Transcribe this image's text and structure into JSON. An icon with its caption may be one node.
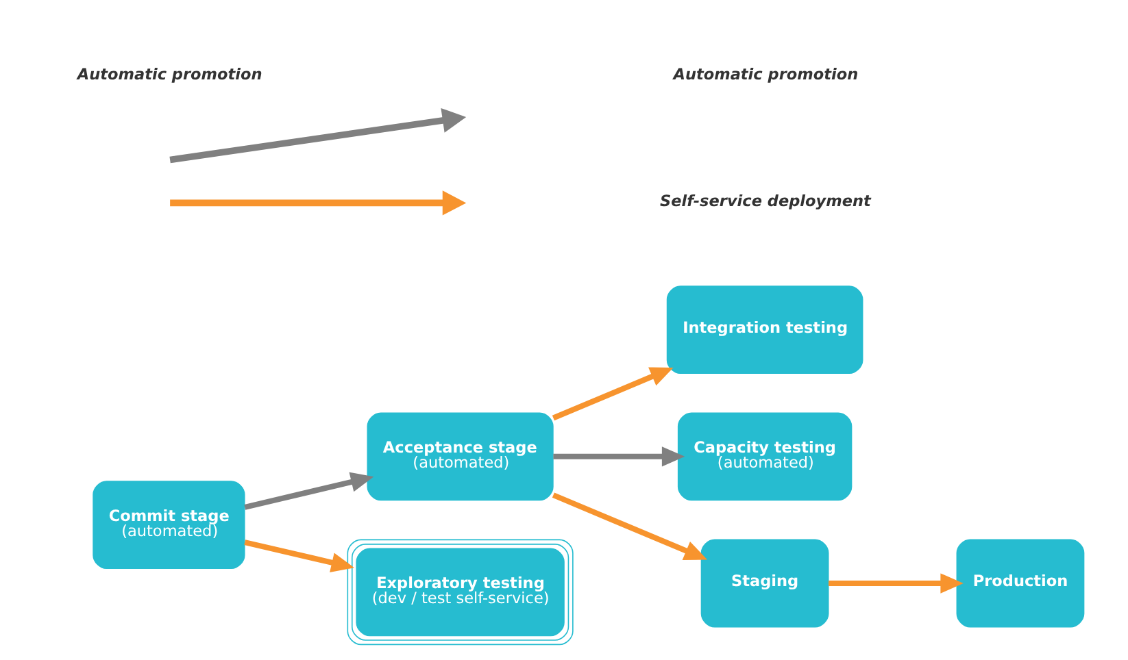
{
  "diagram": {
    "nodes": [
      {
        "text": [
          "Commit stage",
          "(automated)"
        ]
      },
      {
        "text": [
          "Acceptance stage",
          "(automated)"
        ]
      },
      {
        "text": [
          "Exploratory testing",
          "(dev / test self-service)"
        ]
      },
      {
        "text": [
          "Integration testing"
        ]
      },
      {
        "text": [
          "Capacity testing",
          "(automated)"
        ]
      },
      {
        "text": [
          "Staging"
        ]
      },
      {
        "text": [
          "Production"
        ]
      }
    ],
    "edges": [
      {
        "from": 0,
        "to": 1,
        "arrow": "to",
        "color": "#808080"
      },
      {
        "from": 0,
        "to": 2,
        "arrow": "to"
      },
      {
        "from": 1,
        "to": 3,
        "arrow": "to"
      },
      {
        "from": 1,
        "to": 4,
        "arrow": "to",
        "color": "#808080"
      },
      {
        "from": 1,
        "to": 5,
        "arrow": "to"
      },
      {
        "from": 5,
        "to": 6,
        "arrow": "to"
      }
    ],
    "labels": [
      "Automatic promotion"
    ],
    "legend": [
      {
        "text": "Automatic promotion"
      },
      {
        "text": "Self-service deployment"
      }
    ]
  }
}
